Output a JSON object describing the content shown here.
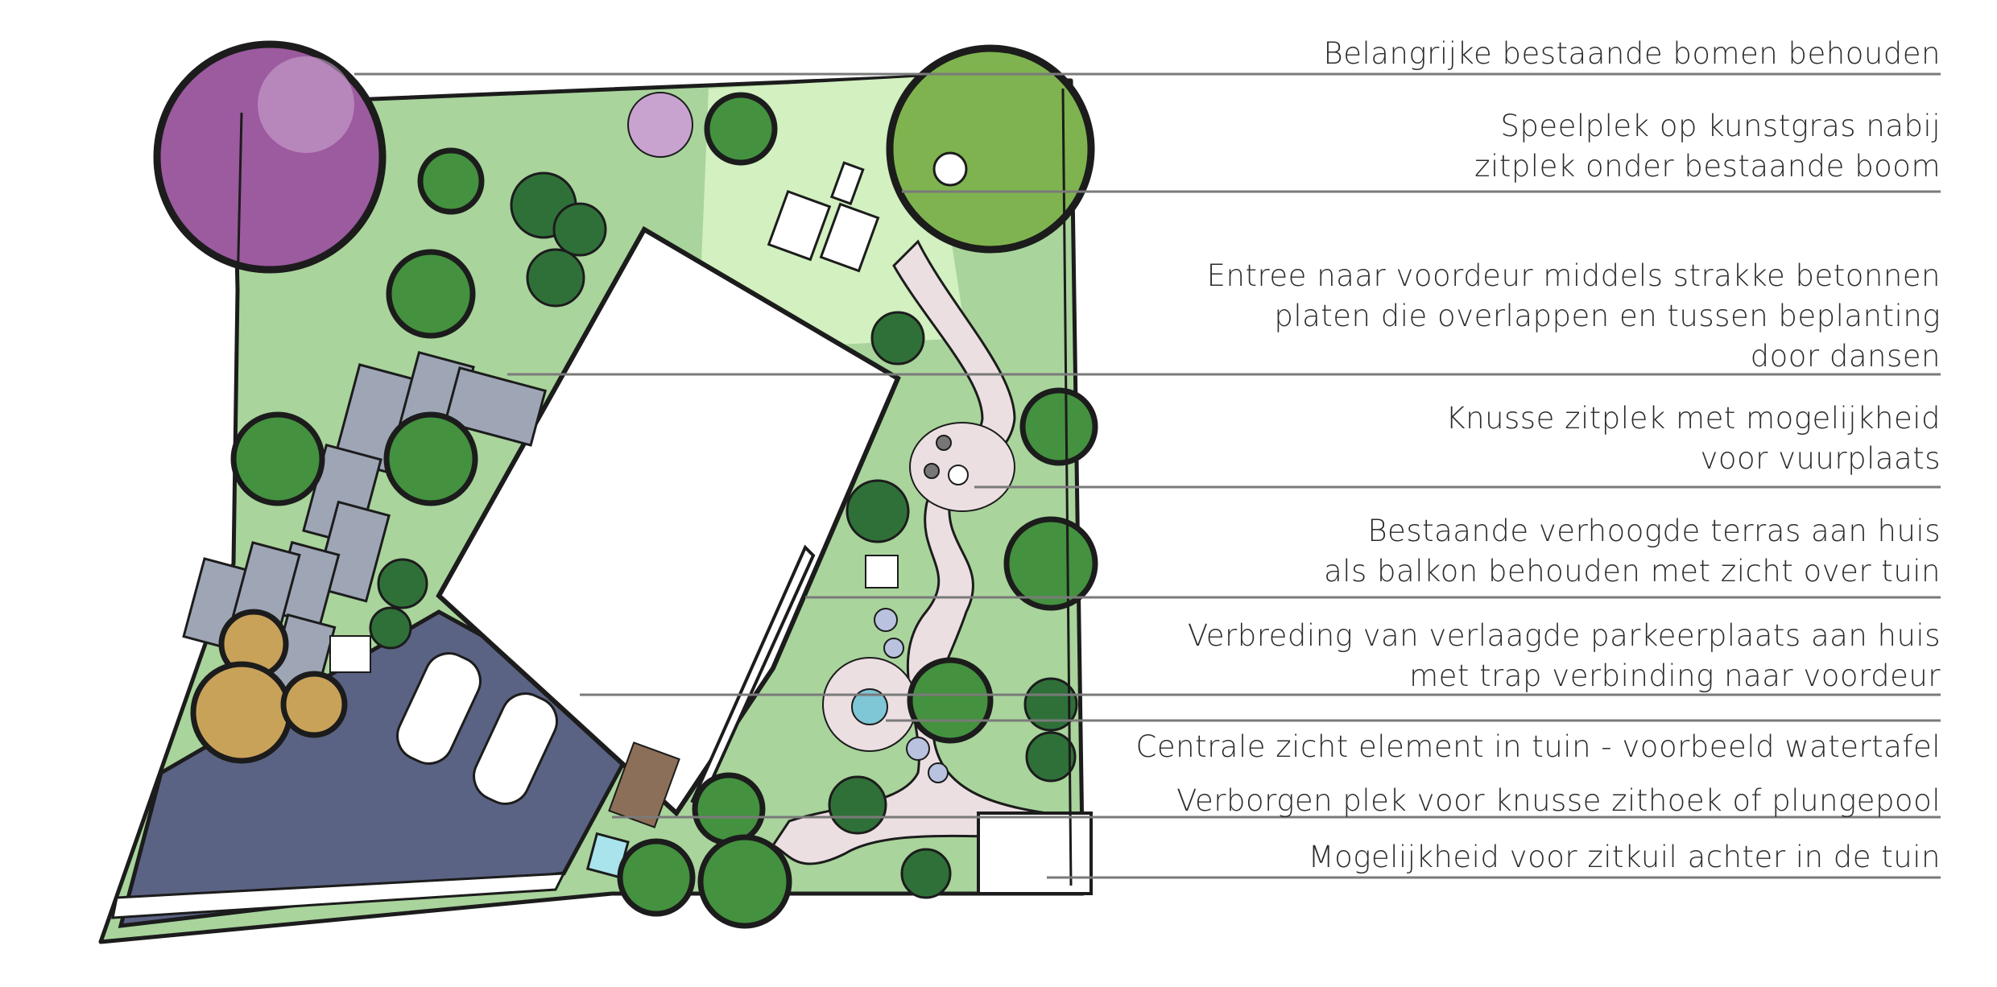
{
  "annotations": [
    {
      "id": "trees",
      "lines": [
        "Belangrijke bestaande bomen behouden"
      ]
    },
    {
      "id": "play",
      "lines": [
        "Speelplek op kunstgras nabij",
        "zitplek onder bestaande boom"
      ]
    },
    {
      "id": "entrance",
      "lines": [
        "Entree naar voordeur middels strakke betonnen",
        "platen die overlappen en tussen beplanting",
        "door dansen"
      ]
    },
    {
      "id": "firepit",
      "lines": [
        "Knusse zitplek met mogelijkheid",
        "voor vuurplaats"
      ]
    },
    {
      "id": "terrace",
      "lines": [
        "Bestaande verhoogde terras aan huis",
        "als balkon behouden met zicht over tuin"
      ]
    },
    {
      "id": "parking",
      "lines": [
        "Verbreding van verlaagde parkeerplaats aan huis",
        "met trap verbinding naar voordeur"
      ]
    },
    {
      "id": "watertable",
      "lines": [
        "Centrale zicht element in tuin - voorbeeld watertafel"
      ]
    },
    {
      "id": "plungepool",
      "lines": [
        "Verborgen plek voor knusse zithoek of plungepool"
      ]
    },
    {
      "id": "sunkenseat",
      "lines": [
        "Mogelijkheid voor zitkuil achter in de tuin"
      ]
    }
  ],
  "colors": {
    "lawn": "#a7d39a",
    "lawn_light": "#d4f2c2",
    "tree_canopy": "#3d8d3e",
    "tree_dark": "#1f5f32",
    "tree_purple": "#8a4f8f",
    "tree_purple_light": "#c9a3cf",
    "tree_ochre": "#c9a25a",
    "paving": "#9ea6b6",
    "driveway": "#5a6282",
    "path": "#e8dcdf",
    "water": "#7fc6d6",
    "outline": "#1c1c1c",
    "leader": "#7a7a7a"
  }
}
